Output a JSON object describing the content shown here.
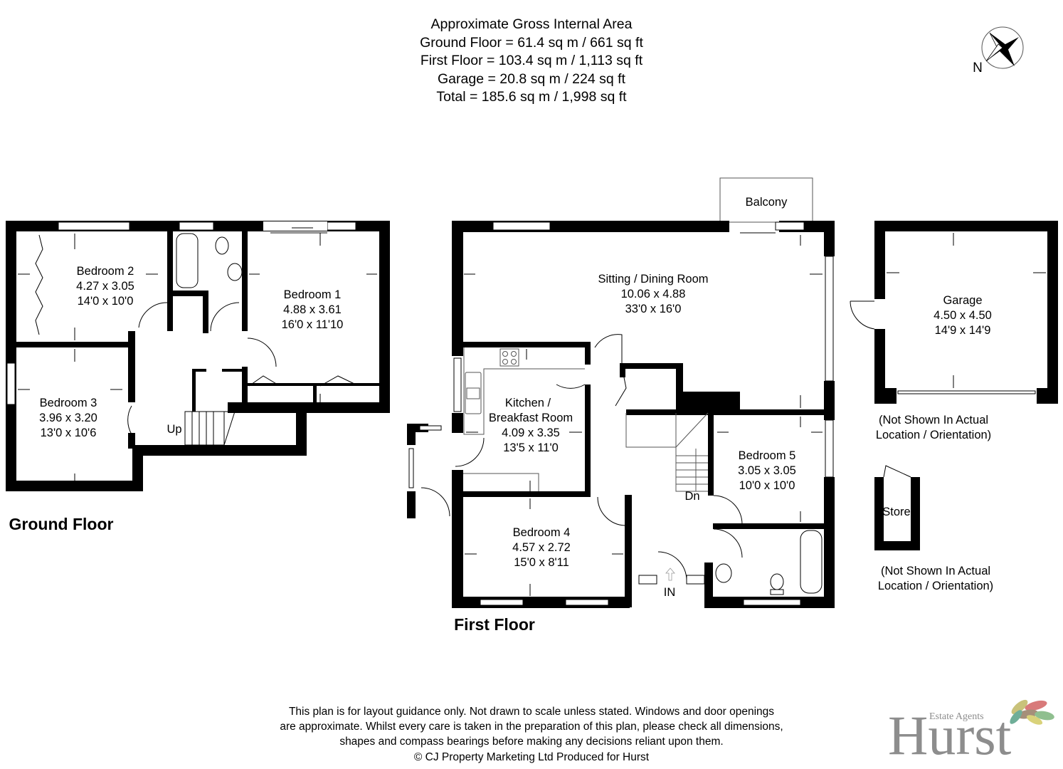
{
  "area_summary": {
    "title": "Approximate Gross Internal Area",
    "lines": [
      "Ground Floor = 61.4 sq m / 661 sq ft",
      "First Floor = 103.4 sq m / 1,113 sq ft",
      "Garage = 20.8 sq m / 224 sq ft",
      "Total = 185.6 sq m / 1,998 sq ft"
    ]
  },
  "compass": {
    "icon": "compass-rose-icon",
    "label": "N"
  },
  "ground_floor": {
    "title": "Ground Floor",
    "rooms": [
      {
        "name": "Bedroom 2",
        "metric": "4.27 x 3.05",
        "imperial": "14'0 x 10'0"
      },
      {
        "name": "Bedroom 1",
        "metric": "4.88 x 3.61",
        "imperial": "16'0 x 11'10"
      },
      {
        "name": "Bedroom 3",
        "metric": "3.96 x 3.20",
        "imperial": "13'0 x 10'6"
      }
    ],
    "stairs_label": "Up"
  },
  "first_floor": {
    "title": "First Floor",
    "balcony": "Balcony",
    "rooms": [
      {
        "name": "Sitting / Dining Room",
        "metric": "10.06 x 4.88",
        "imperial": "33'0 x 16'0"
      },
      {
        "name": "Kitchen /",
        "name2": "Breakfast Room",
        "metric": "4.09 x 3.35",
        "imperial": "13'5 x 11'0"
      },
      {
        "name": "Bedroom 5",
        "metric": "3.05 x 3.05",
        "imperial": "10'0 x 10'0"
      },
      {
        "name": "Bedroom 4",
        "metric": "4.57 x 2.72",
        "imperial": "15'0 x 8'11"
      }
    ],
    "stairs_label": "Dn",
    "entrance_label": "IN"
  },
  "garage": {
    "name": "Garage",
    "metric": "4.50 x 4.50",
    "imperial": "14'9 x 14'9",
    "note_line1": "(Not Shown In Actual",
    "note_line2": "Location / Orientation)"
  },
  "store": {
    "name": "Store",
    "note_line1": "(Not Shown In Actual",
    "note_line2": "Location / Orientation)"
  },
  "disclaimer": {
    "lines": [
      "This plan is for layout guidance only. Not drawn to scale unless stated. Windows and door openings",
      "are approximate. Whilst every care is taken in the preparation of this plan, please check all dimensions,",
      "shapes and compass bearings before making any decisions reliant upon them.",
      "© CJ Property Marketing Ltd Produced for Hurst"
    ]
  },
  "logo": {
    "brand": "Hurst",
    "tagline": "Estate Agents",
    "leaf_colors": [
      "#c9c27a",
      "#d87a7a",
      "#8fbf8f",
      "#a58f7a",
      "#6fae98",
      "#d9d27a"
    ]
  }
}
